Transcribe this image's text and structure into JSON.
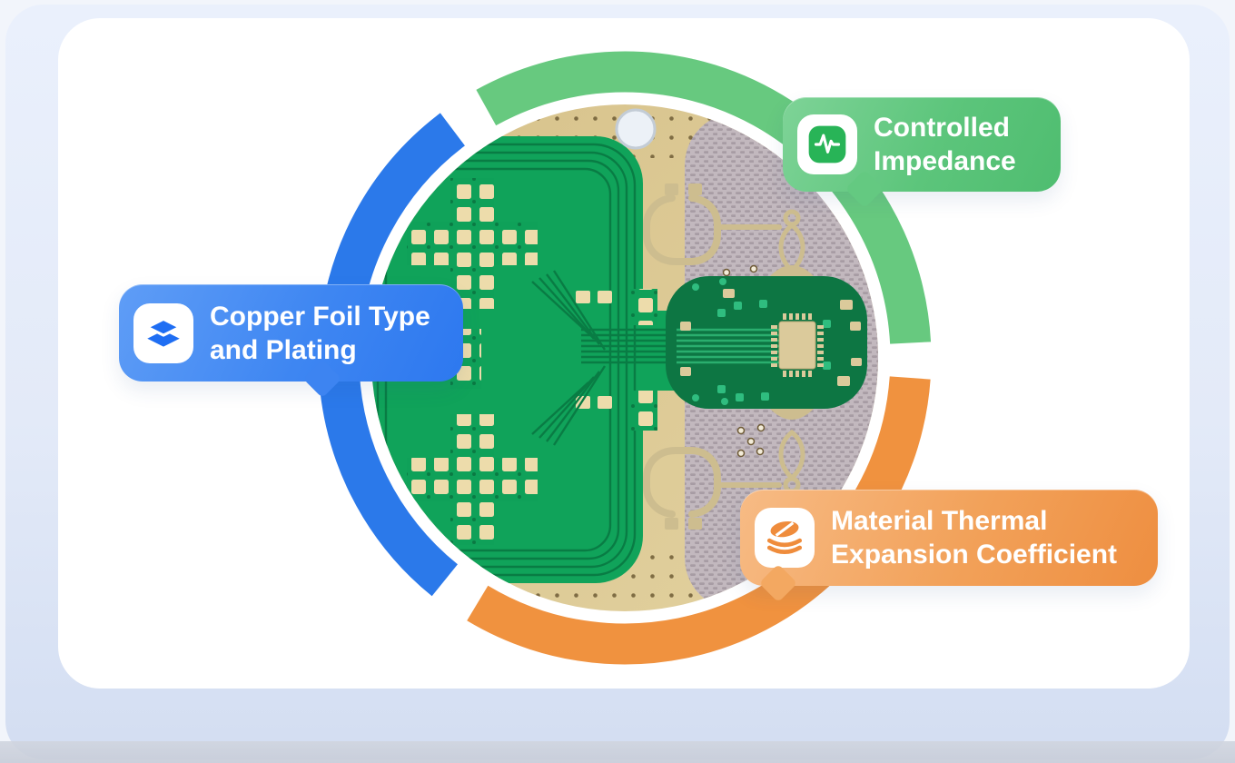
{
  "illustration": {
    "alt": "Circular close-up photo of a multilayer PCB (green solder mask, gold traces, woven substrate) surrounded by a three-segment ring",
    "ring_segments": [
      {
        "id": "copper-foil",
        "color": "#2b79ea"
      },
      {
        "id": "controlled-impedance",
        "color": "#67c97f"
      },
      {
        "id": "thermal-expansion",
        "color": "#f0923f"
      }
    ]
  },
  "callouts": [
    {
      "id": "controlled-impedance",
      "icon": "pulse-icon",
      "color": "#5cc47a",
      "lines": [
        "Controlled",
        "Impedance"
      ]
    },
    {
      "id": "copper-foil-type-and-plating",
      "icon": "layers-icon",
      "color": "#3c83f1",
      "lines": [
        "Copper Foil Type",
        "and Plating"
      ]
    },
    {
      "id": "material-thermal-expansion-coefficient",
      "icon": "stack-icon",
      "color": "#f2a057",
      "lines": [
        "Material Thermal",
        "Expansion Coefficient"
      ]
    }
  ]
}
